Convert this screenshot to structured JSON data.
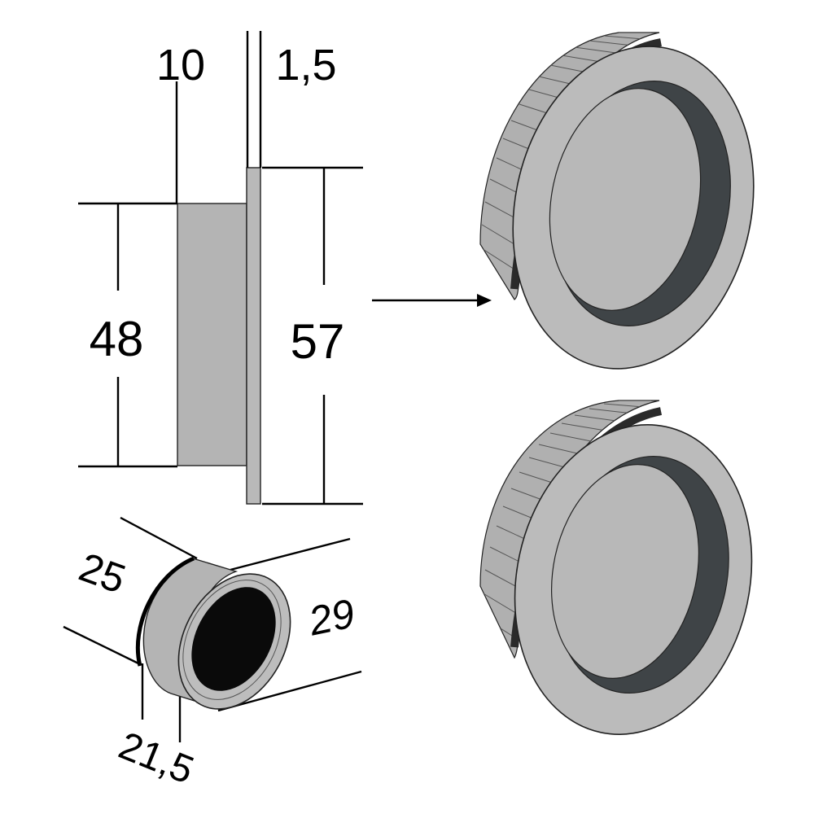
{
  "colors": {
    "metal": "#b4b4b4",
    "metal_light": "#bdbdbd",
    "cavity": "#3f4447",
    "hole": "#0a0a0a",
    "line": "#000000"
  },
  "dimensions": {
    "depth": "10",
    "flange_thickness": "1,5",
    "body_diameter": "48",
    "flange_diameter": "57",
    "inner_diameter": "25",
    "recess_depth": "29",
    "bottom_measure": "21,5"
  },
  "icons": {
    "arrow": "right-arrow-icon"
  }
}
